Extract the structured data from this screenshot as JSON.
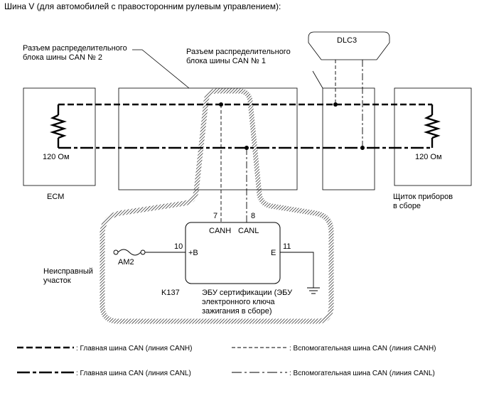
{
  "title": "Шина V (для автомобилей с правосторонним рулевым управлением):",
  "labels": {
    "jb2_line1": "Разъем распределительного",
    "jb2_line2": "блока шины CAN № 2",
    "jb1_line1": "Разъем распределительного",
    "jb1_line2": "блока шины CAN № 1",
    "dlc3": "DLC3",
    "ecm": "ECM",
    "ohm_left": "120 Ом",
    "ohm_right": "120 Ом",
    "meter_line1": "Щиток приборов",
    "meter_line2": "в сборе",
    "faulty_line1": "Неисправный",
    "faulty_line2": "участок",
    "pin7": "7",
    "pin8": "8",
    "pin10": "10",
    "pin11": "11",
    "canh": "CANH",
    "canl": "CANL",
    "plus_b": "+B",
    "e_pin": "E",
    "am2": "AM2",
    "k137": "K137",
    "ecu_line1": "ЭБУ сертификации (ЭБУ",
    "ecu_line2": "электронного ключа",
    "ecu_line3": "зажигания в сборе)"
  },
  "legend": [
    {
      "style": "main-canh",
      "text": ": Главная шина CAN (линия CANH)"
    },
    {
      "style": "sub-canh",
      "text": ": Вспомогательная шина CAN (линия CANH)"
    },
    {
      "style": "main-canl",
      "text": ": Главная шина CAN (линия CANL)"
    },
    {
      "style": "sub-canl",
      "text": ": Вспомогательная шина CAN (линия CANL)"
    }
  ]
}
